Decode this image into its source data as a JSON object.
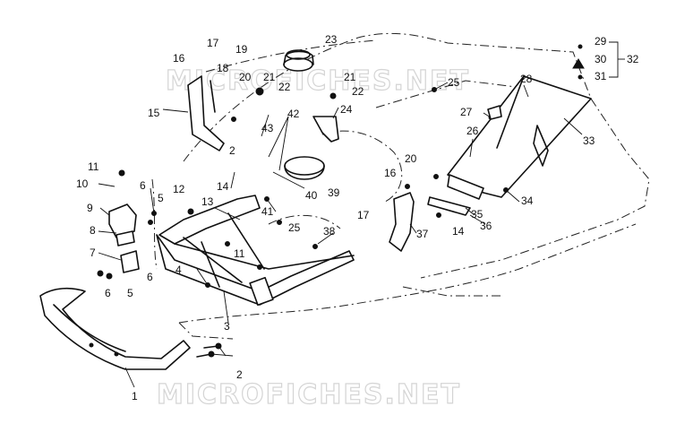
{
  "watermarks": [
    "MICROFICHES.NET",
    "MICROFICHES.NET"
  ],
  "callouts": [
    "1",
    "2",
    "3",
    "4",
    "5",
    "5",
    "6",
    "6",
    "6",
    "7",
    "8",
    "9",
    "10",
    "11",
    "11",
    "12",
    "13",
    "14",
    "14",
    "15",
    "16",
    "16",
    "17",
    "17",
    "18",
    "19",
    "20",
    "20",
    "21",
    "21",
    "22",
    "22",
    "23",
    "24",
    "25",
    "25",
    "26",
    "27",
    "28",
    "29",
    "30",
    "31",
    "32",
    "33",
    "34",
    "35",
    "36",
    "37",
    "38",
    "39",
    "40",
    "41",
    "42",
    "43",
    "2"
  ]
}
